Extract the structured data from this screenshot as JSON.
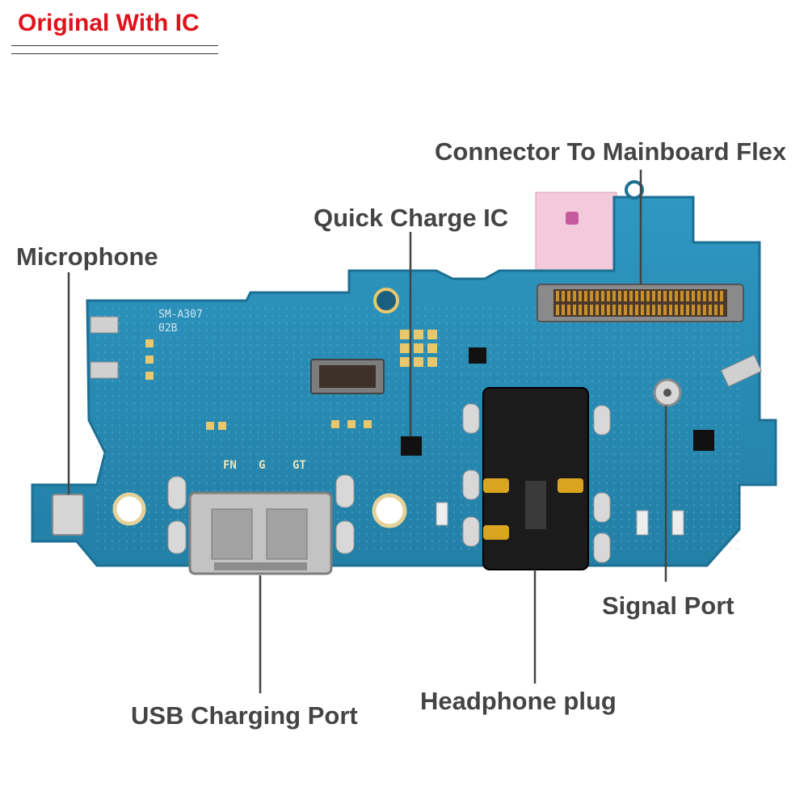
{
  "badge": {
    "text": "Original With IC",
    "color": "#e0121b"
  },
  "labels": {
    "connector": "Connector To Mainboard Flex",
    "quick_charge": "Quick Charge IC",
    "microphone": "Microphone",
    "signal_port": "Signal Port",
    "usb_port": "USB Charging Port",
    "headphone": "Headphone plug"
  },
  "board_print": {
    "model": "SM-A307",
    "revision": "02B",
    "pad_labels": [
      "FN",
      "G",
      "GT"
    ]
  },
  "colors": {
    "pcb": "#2a8db6",
    "pcb_edge": "#1f7aa0",
    "metal": "#b9b9b9",
    "gold": "#d9a520",
    "label": "#444444"
  }
}
